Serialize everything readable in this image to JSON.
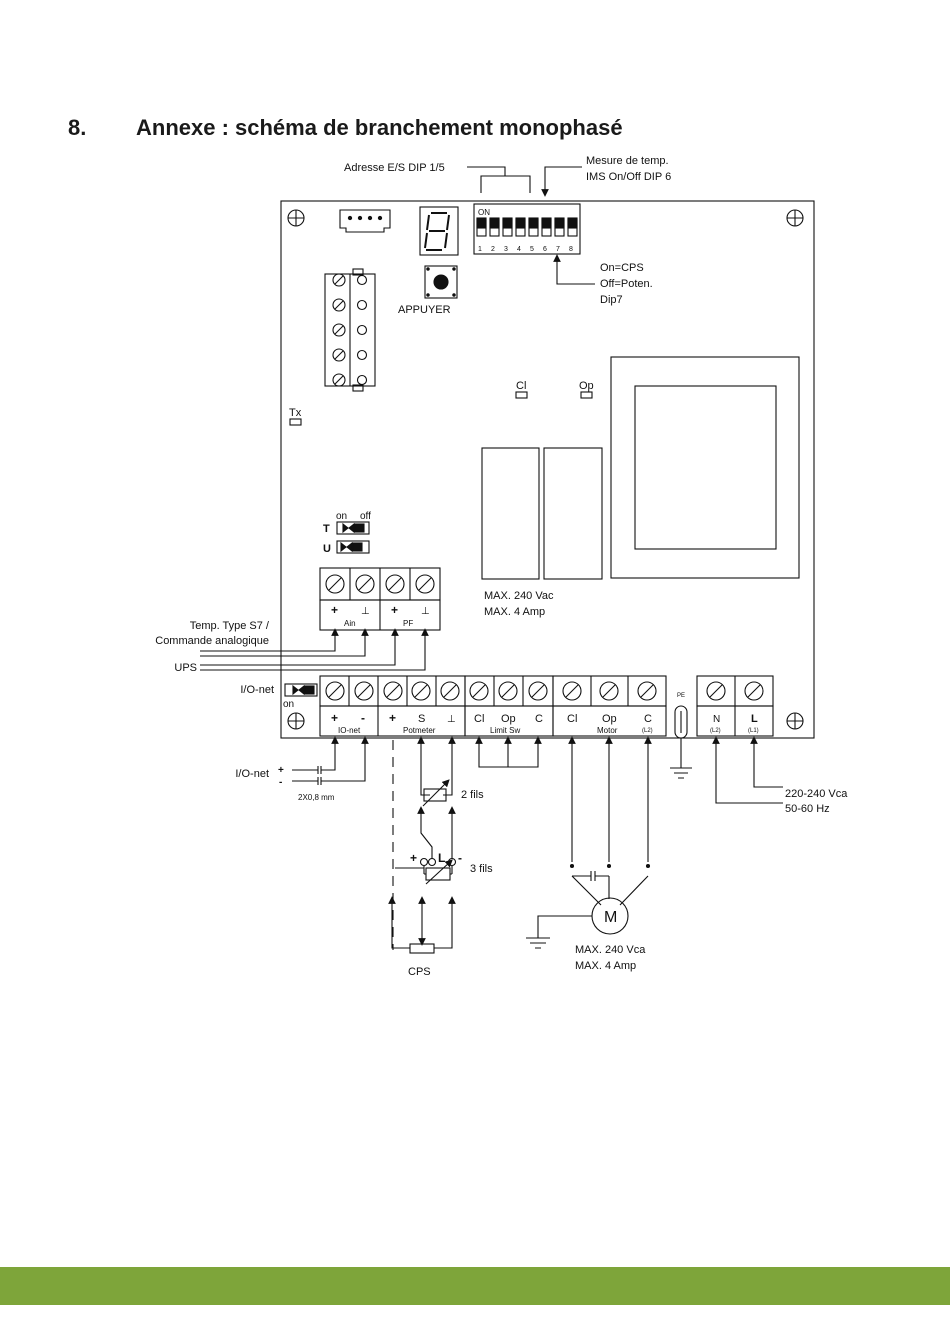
{
  "heading": {
    "number": "8.",
    "title": "Annexe : schéma de branchement monophasé"
  },
  "colors": {
    "footer_bar": "#7ea53a",
    "line": "#111111",
    "relay": "#ffffff"
  },
  "labels": {
    "adresse": "Adresse E/S DIP 1/5",
    "mesure_1": "Mesure de temp.",
    "mesure_2": "IMS On/Off DIP 6",
    "on_cps": "On=CPS",
    "off_poten": "Off=Poten.",
    "dip7": "Dip7",
    "appuyer": "APPUYER",
    "dip_on": "ON",
    "dip_numbers": [
      "1",
      "2",
      "3",
      "4",
      "5",
      "6",
      "7",
      "8"
    ],
    "led_cl": "Cl",
    "led_op": "Op",
    "tx": "Tx",
    "relay_1": "MAX. 240 Vac",
    "relay_2": "MAX. 4 Amp",
    "jumper_on": "on",
    "jumper_off": "off",
    "jumper_t": "T",
    "jumper_u": "U",
    "temp_1": "Temp. Type S7 /",
    "temp_2": "Commande analogique",
    "ups": "UPS",
    "ionet_side": "I/O-net",
    "ionet_on": "on",
    "ionet_bottom": "I/O-net",
    "plus": "+",
    "minus": "-",
    "cable": "2X0,8 mm",
    "two_wires": "2 fils",
    "three_wires": "3 fils",
    "pot_l": "L",
    "cps": "CPS",
    "motor_m": "M",
    "motor_1": "MAX. 240 Vca",
    "motor_2": "MAX. 4 Amp",
    "supply_1": "220-240 Vca",
    "supply_2": "50-60 Hz",
    "pe": "PE"
  },
  "terminals_top": {
    "signs": [
      "+",
      "⊥",
      "+",
      "⊥"
    ],
    "groups": [
      "Ain",
      "PF"
    ]
  },
  "terminals_bottom": {
    "labels": [
      "+",
      "-",
      "+",
      "S",
      "⊥",
      "Cl",
      "Op",
      "C",
      "Cl",
      "Op",
      "C",
      "N",
      "L"
    ],
    "sublabels": [
      "(L2)",
      "(L2)",
      "(L1)"
    ],
    "groups": [
      "IO-net",
      "Potmeter",
      "Limit Sw",
      "Motor"
    ]
  }
}
